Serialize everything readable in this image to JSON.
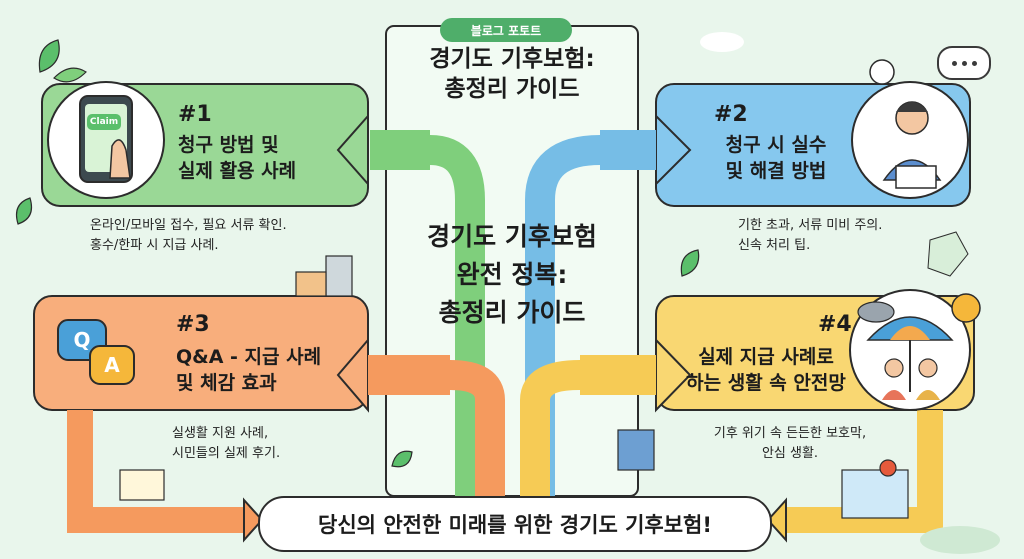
{
  "tag": "블로그 포토트",
  "top_title": [
    "경기도 기후보험:",
    "총정리 가이드"
  ],
  "center_title": [
    "경기도 기후보험",
    "완전 정복:",
    "총정리 가이드"
  ],
  "cards": [
    {
      "num": "#1",
      "heading": [
        "청구 방법 및",
        "실제 활용 사례"
      ],
      "desc": [
        "온라인/모바일 접수, 필요 서류 확인.",
        "홍수/한파 시 지급 사례."
      ]
    },
    {
      "num": "#2",
      "heading": [
        "청구 시 실수",
        "및 해결 방법"
      ],
      "desc": [
        "기한 초과, 서류 미비 주의.",
        "신속 처리 팁."
      ]
    },
    {
      "num": "#3",
      "heading": [
        "Q&A - 지급 사례",
        "및 체감 효과"
      ],
      "desc": [
        "실생활 지원 사례,",
        "시민들의 실제 후기."
      ]
    },
    {
      "num": "#4",
      "heading": [
        "실제 지급 사례로",
        "하는 생활 속 안전망"
      ],
      "desc": [
        "기후 위기 속 든든한 보호막,",
        "안심 생활."
      ]
    }
  ],
  "phone_label": "Claim",
  "qa_left": "Q",
  "qa_right": "A",
  "bottom": "당신의 안전한 미래를 위한 경기도 기후보험!",
  "colors": {
    "green": "#8fd58c",
    "blue": "#7fc4ea",
    "orange": "#f7a66e",
    "yellow": "#f8d36b"
  }
}
